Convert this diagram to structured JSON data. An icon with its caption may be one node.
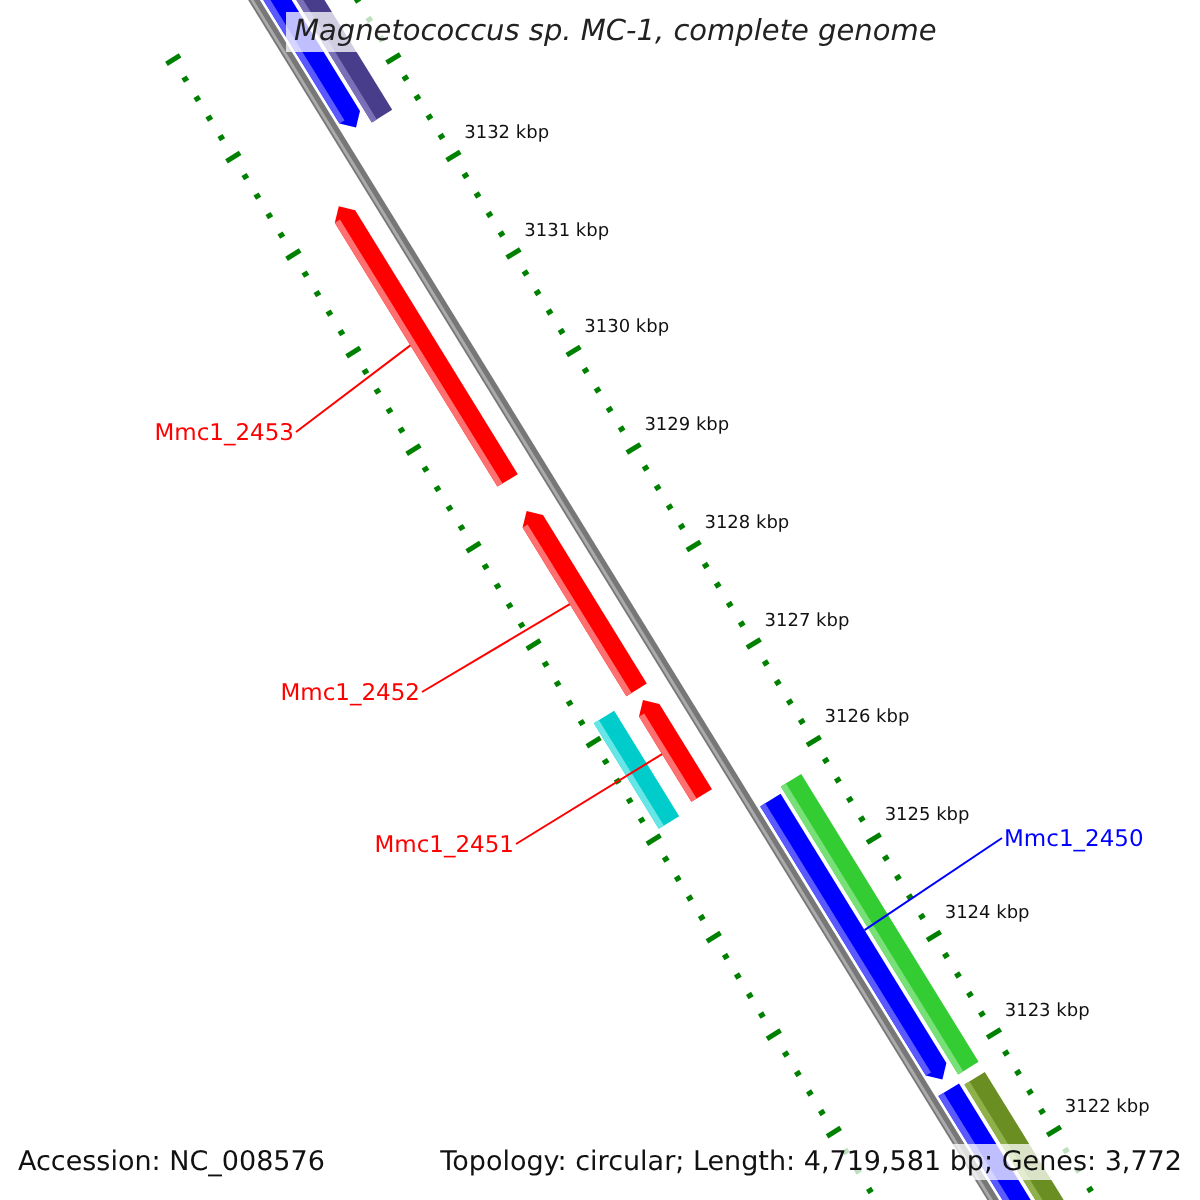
{
  "diagram": {
    "title": "Magnetococcus sp. MC-1, complete genome",
    "nodes": [
      {
        "text": [
          "Mmc1_2453"
        ]
      },
      {
        "text": [],
        "shape": "arrow"
      },
      {
        "text": [
          "Mmc1_2452"
        ]
      },
      {
        "text": [],
        "shape": "arrow"
      },
      {
        "text": [
          "Mmc1_2451"
        ]
      },
      {
        "text": [],
        "shape": "arrow"
      },
      {
        "text": [
          "Mmc1_2450"
        ]
      },
      {
        "text": [],
        "shape": "arrow"
      }
    ],
    "edges": [
      {
        "from": 0,
        "to": 1,
        "arrow": "none"
      },
      {
        "from": 2,
        "to": 3,
        "arrow": "none"
      },
      {
        "from": 4,
        "to": 5,
        "arrow": "none"
      },
      {
        "from": 6,
        "to": 7,
        "arrow": "none",
        "color": "#0000ff"
      }
    ],
    "labels": [
      "3132 kbp",
      "3131 kbp",
      "3130 kbp",
      "3129 kbp",
      "3128 kbp",
      "3127 kbp",
      "3126 kbp",
      "3125 kbp",
      "3124 kbp",
      "3123 kbp",
      "3122 kbp",
      "Accession: NC_008576",
      "Topology: circular; Length: 4,719,581 bp; Genes: 3,772"
    ]
  }
}
